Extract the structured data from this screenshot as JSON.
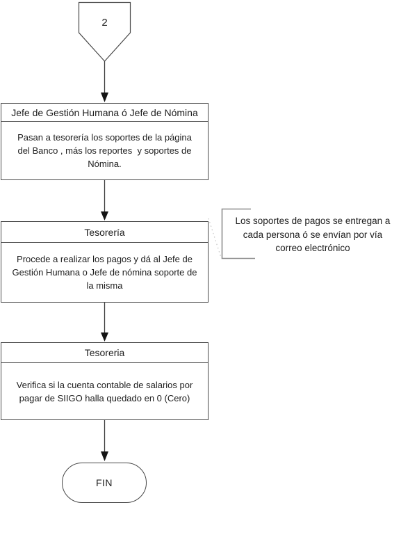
{
  "connector": {
    "label": "2"
  },
  "boxes": [
    {
      "header": "Jefe de Gestión Humana ó Jefe de Nómina",
      "lines": [
        "Pasan a tesorería los soportes de la página",
        "del Banco , más los reportes  y soportes de",
        "Nómina."
      ]
    },
    {
      "header": "Tesorería",
      "lines": [
        "Procede a realizar los pagos y dá al Jefe de",
        "Gestión Humana o Jefe de nómina soporte de",
        "la misma"
      ]
    },
    {
      "header": "Tesoreria",
      "lines": [
        "Verifica si la cuenta contable de salarios por",
        "pagar de SIIGO halla quedado en 0 (Cero)"
      ]
    }
  ],
  "annotation": {
    "lines": [
      "Los soportes de pagos se entregan a",
      "cada persona ó se envían por vía",
      "correo electrónico"
    ]
  },
  "terminator": {
    "label": "FIN"
  },
  "colors": {
    "border": "#474747",
    "arrow_shaft": "#3d3d3d",
    "arrow_head": "#141414",
    "bracket": "#8c8c8c",
    "dotted_connector": "#c4c4c4",
    "text": "#1d1d1d",
    "background": "#ffffff"
  }
}
